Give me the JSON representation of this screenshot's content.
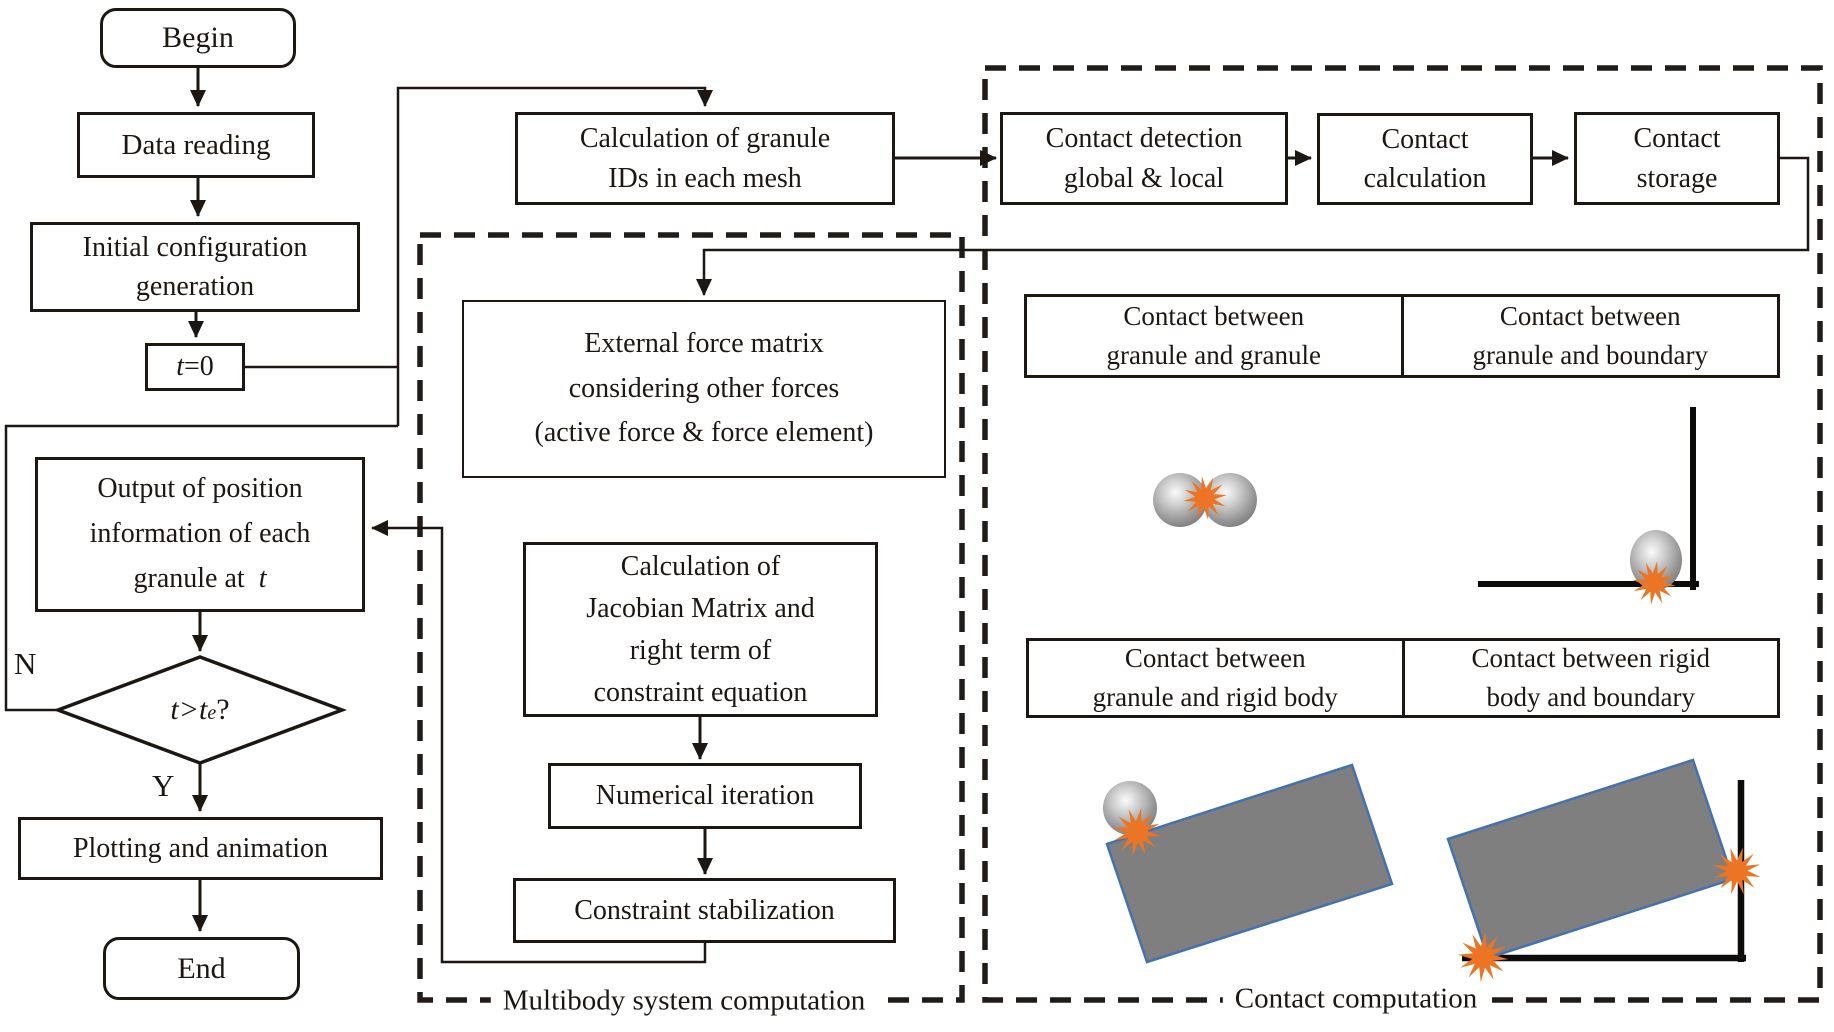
{
  "figure": {
    "type": "flowchart",
    "description": "Simulation algorithm flowchart with multibody system computation and contact computation blocks"
  },
  "flow": {
    "begin": "Begin",
    "data_reading": "Data reading",
    "initial_config": [
      "Initial configuration",
      "generation"
    ],
    "t0": {
      "var": "t",
      "rest": "=0"
    },
    "granule_ids": [
      "Calculation of granule",
      "IDs in each mesh"
    ],
    "output": [
      "Output of position",
      "information of each",
      "granule at"
    ],
    "output_var": "t",
    "decision": {
      "prefix": "t>t",
      "sub": "e",
      "suffix": "?"
    },
    "n_label": "N",
    "y_label": "Y",
    "plotting": "Plotting and animation",
    "end": "End"
  },
  "multibody": {
    "label": "Multibody system computation",
    "external_force": [
      "External force matrix",
      "considering other forces",
      "(active force & force element)"
    ],
    "jacobian": [
      "Calculation of",
      "Jacobian Matrix and",
      "right term of",
      "constraint equation"
    ],
    "numerical": "Numerical iteration",
    "constraint": "Constraint stabilization"
  },
  "contact": {
    "label": "Contact computation",
    "detection": [
      "Contact detection",
      "global & local"
    ],
    "calculation": [
      "Contact",
      "calculation"
    ],
    "storage": [
      "Contact",
      "storage"
    ],
    "pairs_row1": [
      [
        "Contact between",
        "granule and granule"
      ],
      [
        "Contact between",
        "granule and boundary"
      ]
    ],
    "pairs_row2": [
      [
        "Contact between",
        "granule and rigid body"
      ],
      [
        "Contact between rigid",
        "body and boundary"
      ]
    ]
  },
  "colors": {
    "ink": "#1c1713",
    "dashed_border": "#211c19",
    "starburst_orange": "#eb7524",
    "granule_gray": "#8e8e8e",
    "rigid_body_fill": "#7f7f7f",
    "rigid_body_stroke": "#4472b0",
    "background": "#ffffff"
  }
}
